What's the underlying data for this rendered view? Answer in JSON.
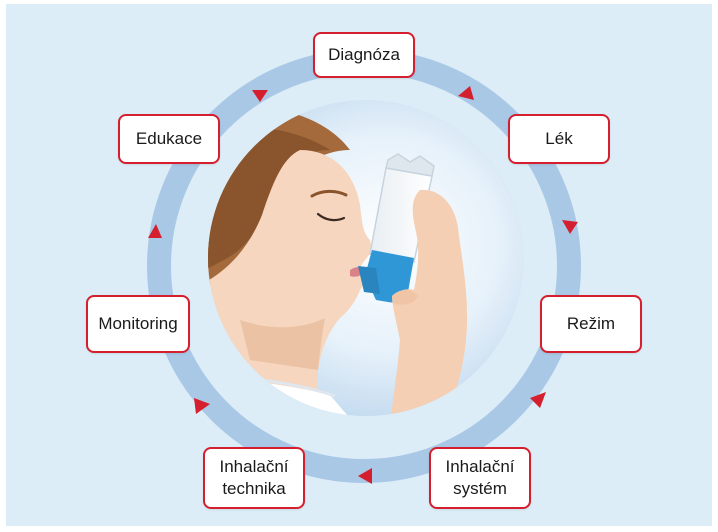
{
  "diagram": {
    "steps": [
      {
        "id": "diagnoza",
        "lines": [
          "Diagnóza"
        ]
      },
      {
        "id": "lek",
        "lines": [
          "Lék"
        ]
      },
      {
        "id": "rezim",
        "lines": [
          "Režim"
        ]
      },
      {
        "id": "inhalacni-system",
        "lines": [
          "Inhalační",
          "systém"
        ]
      },
      {
        "id": "inhalacni-technika",
        "lines": [
          "Inhalační",
          "technika"
        ]
      },
      {
        "id": "monitoring",
        "lines": [
          "Monitoring"
        ]
      },
      {
        "id": "edukace",
        "lines": [
          "Edukace"
        ]
      }
    ],
    "colors": {
      "background": "#dcedf7",
      "ring": "#a9c8e6",
      "arrow": "#d51f2e",
      "box_border": "#d51f2e",
      "inhaler": "#2f97d6"
    },
    "cycle_direction": "clockwise"
  }
}
